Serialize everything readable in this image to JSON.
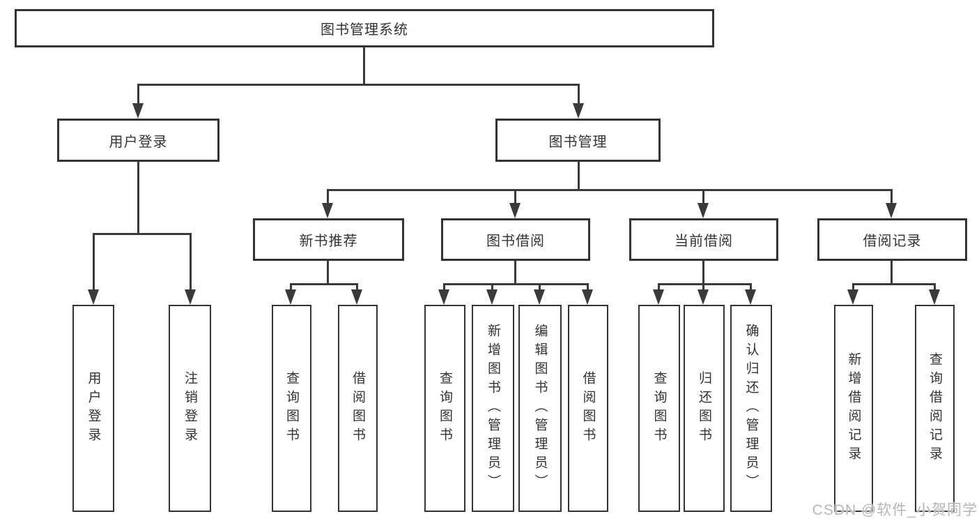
{
  "tree": {
    "root": {
      "label": "图书管理系统"
    },
    "level2": [
      {
        "label": "用户登录"
      },
      {
        "label": "图书管理"
      }
    ],
    "level3": [
      {
        "label": "新书推荐"
      },
      {
        "label": "图书借阅"
      },
      {
        "label": "当前借阅"
      },
      {
        "label": "借阅记录"
      }
    ],
    "leaves": {
      "user_login": [
        {
          "label": "用户登录"
        },
        {
          "label": "注销登录"
        }
      ],
      "new_book": [
        {
          "label": "查询图书"
        },
        {
          "label": "借阅图书"
        }
      ],
      "book_borrow": [
        {
          "label": "查询图书"
        },
        {
          "label": "新增图书（管理员）"
        },
        {
          "label": "编辑图书（管理员）"
        },
        {
          "label": "借阅图书"
        }
      ],
      "current_borrow": [
        {
          "label": "查询图书"
        },
        {
          "label": "归还图书"
        },
        {
          "label": "确认归还（管理员）"
        }
      ],
      "borrow_record": [
        {
          "label": "新增借阅记录"
        },
        {
          "label": "查询借阅记录"
        }
      ]
    }
  },
  "watermark": {
    "text": "CSDN @软件_小贺同学"
  },
  "colors": {
    "line": "#3a3a3a",
    "box_border": "#333333",
    "text": "#333333",
    "watermark": "#b6b6b6",
    "background": "#ffffff"
  }
}
